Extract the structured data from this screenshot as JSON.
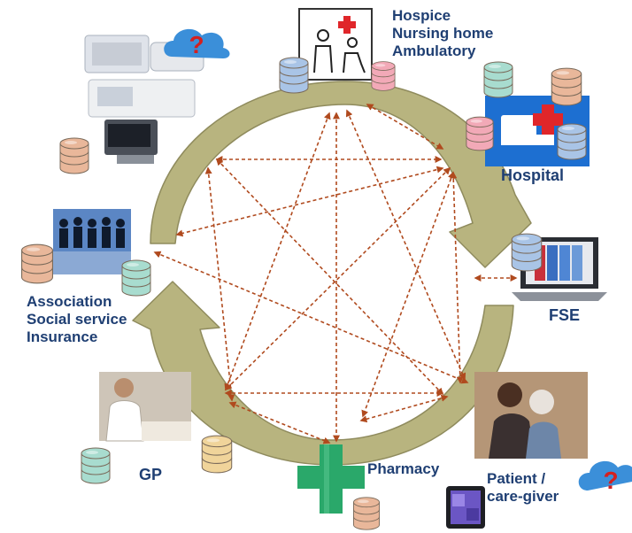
{
  "labels": {
    "hospice": [
      "Hospice",
      "Nursing home",
      "Ambulatory"
    ],
    "hospital": "Hospital",
    "association": [
      "Association",
      "Social service",
      "Insurance"
    ],
    "fse": "FSE",
    "gp": "GP",
    "pharmacy": "Pharmacy",
    "patient": [
      "Patient /",
      "care-giver"
    ]
  },
  "question_mark": "?",
  "colors": {
    "label_text": "#1f3f73",
    "cycle_arrow": "#b8b47f",
    "link_arrow": "#b04a1e",
    "cloud": "#3b8fd9",
    "question": "#d4201f",
    "db_salmon": "#e9b79a",
    "db_blue": "#a9c4e6",
    "db_green": "#a8dccf",
    "db_pink": "#f2a9b7",
    "pharmacy_cross": "#2aa86a",
    "hospital_cross": "#e0262a"
  },
  "icons": [
    "medical-equipment-icon",
    "cloud-question-icon",
    "hospice-icon",
    "hospital-icon",
    "people-icon",
    "laptop-folders-icon",
    "doctor-photo",
    "patient-photo",
    "pharmacy-cross-icon",
    "tablet-icon",
    "database-icon"
  ]
}
